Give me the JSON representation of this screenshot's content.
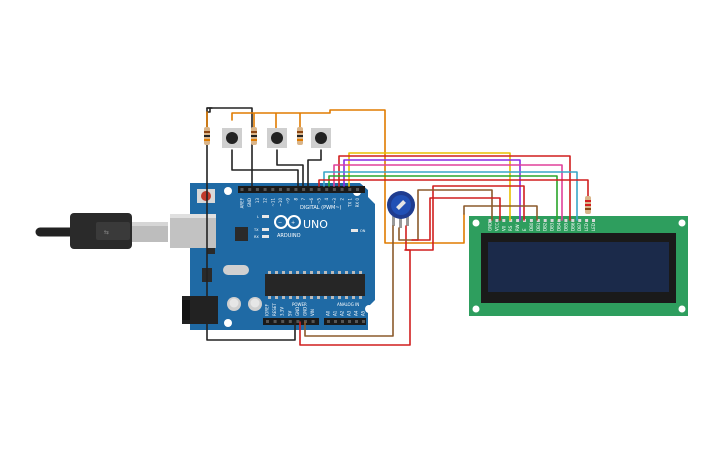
{
  "arduino": {
    "digital_header_label": "DIGITAL (PWM~)",
    "model": "UNO",
    "brand": "ARDUINO",
    "power_label": "POWER",
    "analog_label": "ANALOG IN",
    "led_on": "ON",
    "led_l": "L",
    "led_tx": "TX",
    "led_rx": "RX",
    "digital_pins": [
      "AREF",
      "GND",
      "13",
      "12",
      "~11",
      "~10",
      "~9",
      "8",
      "7",
      "~6",
      "~5",
      "4",
      "~3",
      "2",
      "TX 1",
      "RX 0"
    ],
    "power_pins": [
      "IOREF",
      "RESET",
      "3.3V",
      "5V",
      "GND",
      "GND",
      "VIN"
    ],
    "analog_pins": [
      "A0",
      "A1",
      "A2",
      "A3",
      "A4",
      "A5"
    ]
  },
  "lcd": {
    "pins": [
      "GND",
      "VCC",
      "V0",
      "RS",
      "RW",
      "E",
      "DB0",
      "DB1",
      "DB2",
      "DB3",
      "DB4",
      "DB5",
      "DB6",
      "DB7",
      "LED",
      "LED"
    ]
  },
  "colors": {
    "board": "#1f6aa5",
    "lcd_pcb": "#2e9e5e",
    "lcd_screen": "#1b2a4a",
    "wire_black": "#222222",
    "wire_orange": "#e07b00",
    "wire_yellow": "#e8c000",
    "wire_purple": "#8a2be2",
    "wire_red": "#d11f1f",
    "wire_green": "#2aa52a",
    "wire_cyan": "#39a7c7",
    "wire_brown": "#8b5a2b",
    "wire_pink": "#e0409a"
  }
}
